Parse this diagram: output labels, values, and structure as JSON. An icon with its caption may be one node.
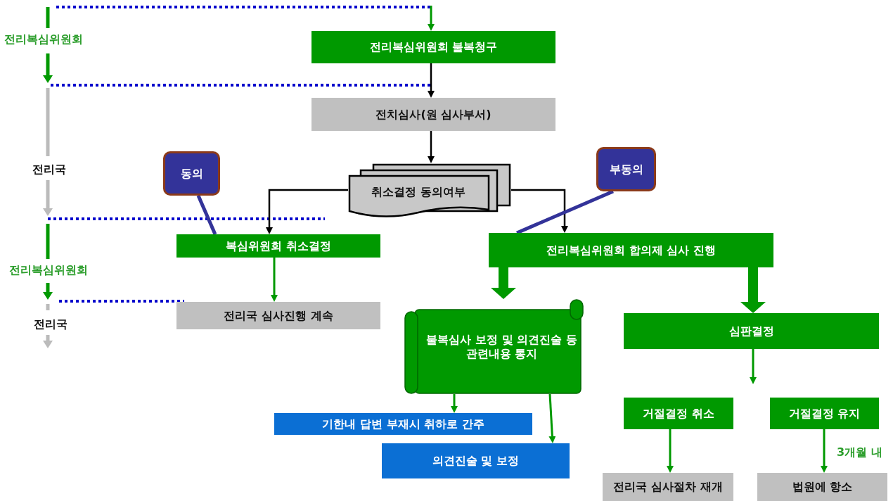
{
  "diagram": {
    "nodes": [
      {
        "text": [
          "전리복심위원회 불복청구"
        ]
      },
      {
        "text": [
          "전치심사(원 심사부서)"
        ]
      },
      {
        "text": [
          "취소결정 동의여부"
        ]
      },
      {
        "text": [
          "복심위원회 취소결정"
        ]
      },
      {
        "text": [
          "전리복심위원회 합의제 심사 진행"
        ]
      },
      {
        "text": [
          "전리국 심사진행 계속"
        ]
      },
      {
        "text": [
          "불복심사 보정 및 의견진술 등 관련내용 통지"
        ]
      },
      {
        "text": [
          "심판결정"
        ]
      },
      {
        "text": [
          "기한내 답변 부재시 취하로 간주"
        ]
      },
      {
        "text": [
          "의견진술 및 보정"
        ]
      },
      {
        "text": [
          "거절결정 취소"
        ]
      },
      {
        "text": [
          "거절결정 유지"
        ]
      },
      {
        "text": [
          "전리국 심사절차 재개"
        ]
      },
      {
        "text": [
          "법원에 항소"
        ]
      },
      {
        "text": [
          "동의"
        ]
      },
      {
        "text": [
          "부동의"
        ]
      }
    ],
    "edges": [
      {
        "from": null,
        "to": 0,
        "arrow": "to"
      },
      {
        "from": 0,
        "to": 1,
        "arrow": "to",
        "color": "#000000"
      },
      {
        "from": 1,
        "to": 2,
        "arrow": "to",
        "color": "#000000"
      },
      {
        "from": 2,
        "to": 3,
        "arrow": "to",
        "color": "#000000"
      },
      {
        "from": 2,
        "to": 4,
        "arrow": "to",
        "color": "#000000"
      },
      {
        "from": 3,
        "to": 5,
        "arrow": "to"
      },
      {
        "from": 4,
        "to": 6,
        "arrow": "to",
        "style": "thick"
      },
      {
        "from": 4,
        "to": 7,
        "arrow": "to",
        "style": "thick"
      },
      {
        "from": 6,
        "to": 8,
        "arrow": "to"
      },
      {
        "from": 6,
        "to": 9,
        "arrow": "to"
      },
      {
        "from": 7,
        "to": null,
        "arrow": "to"
      },
      {
        "from": 10,
        "to": 12,
        "arrow": "to"
      },
      {
        "from": 11,
        "to": 13,
        "arrow": "to",
        "label": "3개월 내"
      },
      {
        "from": 14,
        "to": 3,
        "arrow": "none",
        "color": "#333399"
      },
      {
        "from": 15,
        "to": 4,
        "arrow": "none",
        "color": "#333399"
      }
    ],
    "labels": [
      "전리복심위원회",
      "전리국",
      "전리복심위원회",
      "전리국"
    ]
  }
}
